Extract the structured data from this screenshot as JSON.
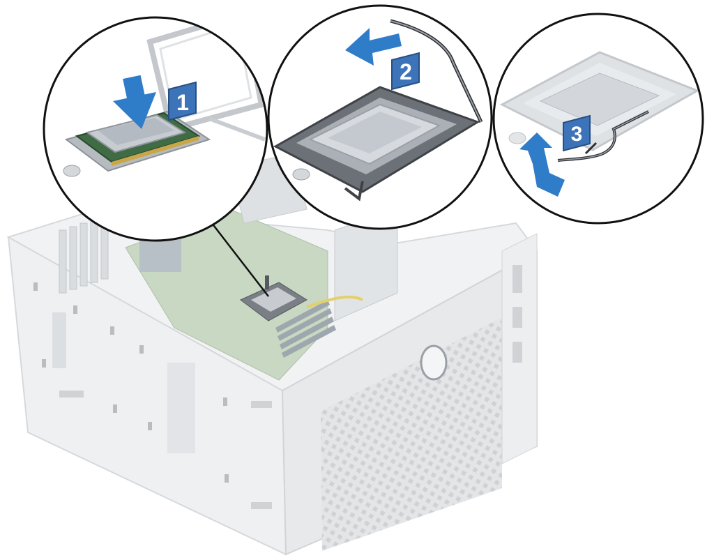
{
  "steps": [
    {
      "number": "1"
    },
    {
      "number": "2"
    },
    {
      "number": "3"
    }
  ],
  "colors": {
    "step_badge": "#3d73b8",
    "arrow": "#2f7cc8",
    "chassis": "#e9ebed",
    "chassis_shadow": "#d3d6da",
    "motherboard": "#bfd1b8",
    "socket_metal": "#8e9399",
    "cpu_heatspreader": "#c7ccd1",
    "bezel_mesh": "#cfd2d5",
    "callout_border": "#111111"
  },
  "icons": {
    "press_arrow": "arrow-down-icon",
    "slide_arrow": "arrow-left-icon",
    "lift_arrow": "arrow-up-icon",
    "vendor_logo": "dell-logo-icon"
  }
}
